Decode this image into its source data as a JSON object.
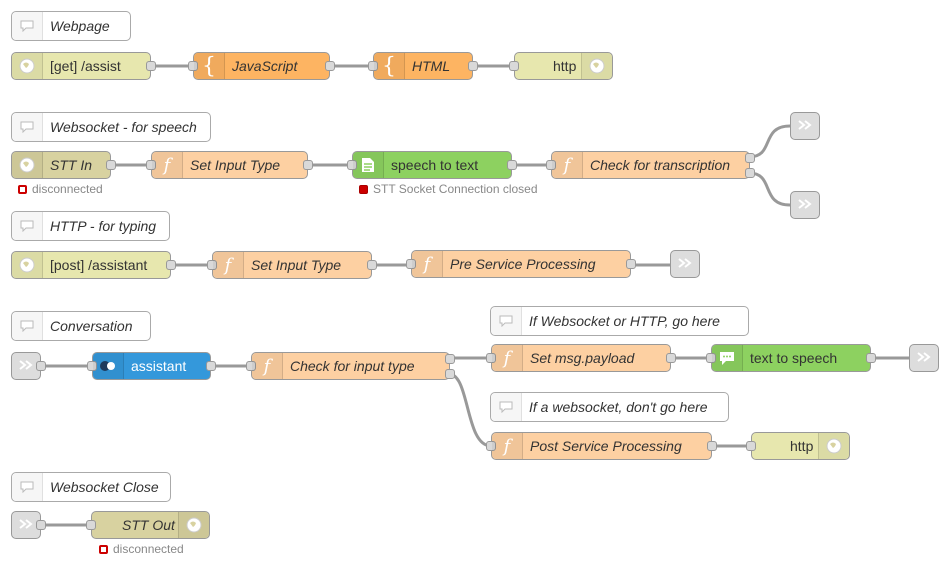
{
  "comments": {
    "webpage": "Webpage",
    "websocket_speech": "Websocket - for speech",
    "http_typing": "HTTP - for typing",
    "conversation": "Conversation",
    "ws_or_http": "If Websocket or HTTP, go here",
    "if_websocket": "If a websocket, don't go here",
    "websocket_close": "Websocket Close"
  },
  "nodes": {
    "get_assist": "[get] /assist",
    "javascript": "JavaScript",
    "html": "HTML",
    "http1": "http",
    "stt_in": "STT In",
    "set_input_type1": "Set Input Type",
    "speech_to_text": "speech to text",
    "check_transcription": "Check for transcription",
    "post_assistant": "[post] /assistant",
    "set_input_type2": "Set Input Type",
    "pre_service": "Pre Service Processing",
    "assistant": "assistant",
    "check_input_type": "Check for input type",
    "set_msg_payload": "Set msg.payload",
    "text_to_speech": "text to speech",
    "post_service": "Post Service Processing",
    "http2": "http",
    "stt_out": "STT Out"
  },
  "statuses": {
    "stt_in": "disconnected",
    "speech_to_text": "STT Socket Connection closed",
    "stt_out": "disconnected"
  },
  "colors": {
    "http_node": "#e7e7ae",
    "function_node": "#fdd0a2",
    "template_node": "#fdb462",
    "watson_green": "#8dd160",
    "watson_blue": "#3498db",
    "link_node": "#dddddd",
    "websocket_node": "#d8d2a0",
    "status_red": "#cc0000",
    "wire": "#999999"
  },
  "icons": {
    "http": "globe-icon",
    "template": "curly-brace-icon",
    "function": "function-icon",
    "comment": "speech-bubble-icon",
    "link": "link-arrow-icon",
    "speech_to_text": "document-icon",
    "text_to_speech": "chat-bubble-icon",
    "assistant": "watson-icon"
  }
}
